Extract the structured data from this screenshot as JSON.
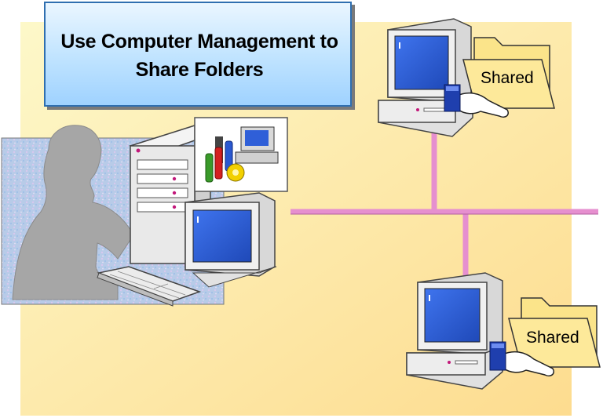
{
  "title": {
    "line1": "Use Computer Management to",
    "line2": "Share Folders"
  },
  "computers": [
    {
      "role": "admin-workstation",
      "tool_icon": "computer-management-tools-icon"
    },
    {
      "role": "remote-computer",
      "folder_label": "Shared"
    },
    {
      "role": "remote-computer",
      "folder_label": "Shared"
    }
  ],
  "colors": {
    "background_top": "#fbf3b4",
    "background_bottom": "#fde79e",
    "network_line": "#e68fcf",
    "title_fill": "#bfe3ff",
    "folder_fill": "#fbe48a",
    "screen": "#2f5fd8"
  },
  "icons": [
    "person-silhouette-icon",
    "keyboard-icon",
    "folder-icon",
    "share-hand-icon"
  ]
}
